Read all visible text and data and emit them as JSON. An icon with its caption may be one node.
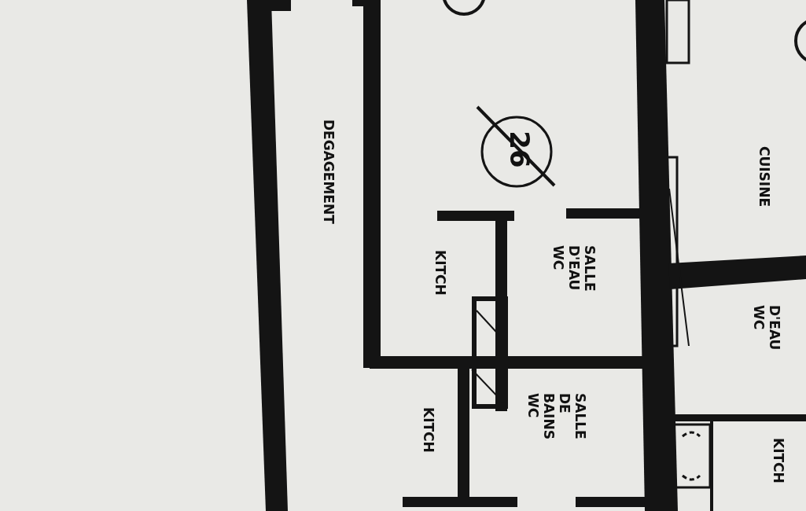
{
  "diagram": {
    "labels": [
      "DEGAGEMENT",
      "26",
      "KITCH",
      "SALLE D'EAU WC",
      "CUISINE",
      "D'EAU WC",
      "KITCH",
      "SALLE DE BAINS WC",
      "KITCH"
    ]
  }
}
